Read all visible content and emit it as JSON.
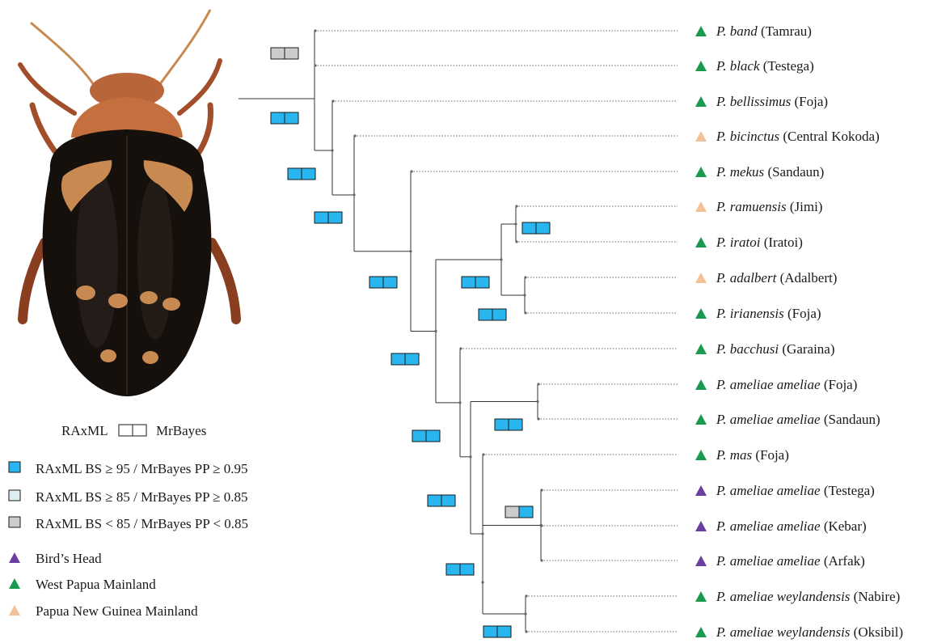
{
  "colors": {
    "high_support": "#29b6f0",
    "mid_support": "#ddeef3",
    "low_support": "#cccccc",
    "birds_head": "#6b3fa0",
    "west_papua": "#1a9a4f",
    "png": "#f2c197"
  },
  "legend": {
    "box_key_left": "RAxML",
    "box_key_right": "MrBayes",
    "support": [
      {
        "label": "RAxML BS ≥ 95 / MrBayes PP ≥ 0.95",
        "color": "high_support"
      },
      {
        "label": "RAxML BS ≥ 85 / MrBayes PP ≥ 0.85",
        "color": "mid_support"
      },
      {
        "label": "RAxML BS < 85 / MrBayes PP < 0.85",
        "color": "low_support"
      }
    ],
    "regions": [
      {
        "label": "Bird’s Head",
        "color": "birds_head"
      },
      {
        "label": "West Papua Mainland",
        "color": "west_papua"
      },
      {
        "label": "Papua New Guinea Mainland",
        "color": "png"
      }
    ]
  },
  "tips": [
    {
      "species": "P. band",
      "locality": "(Tamrau)",
      "region": "west_papua"
    },
    {
      "species": "P. black",
      "locality": "(Testega)",
      "region": "west_papua"
    },
    {
      "species": "P. bellissimus",
      "locality": "(Foja)",
      "region": "west_papua"
    },
    {
      "species": "P. bicinctus",
      "locality": "(Central Kokoda)",
      "region": "png"
    },
    {
      "species": "P. mekus",
      "locality": "(Sandaun)",
      "region": "west_papua"
    },
    {
      "species": "P. ramuensis",
      "locality": "(Jimi)",
      "region": "png"
    },
    {
      "species": "P. iratoi",
      "locality": "(Iratoi)",
      "region": "west_papua"
    },
    {
      "species": "P. adalbert",
      "locality": "(Adalbert)",
      "region": "png"
    },
    {
      "species": "P. irianensis",
      "locality": "(Foja)",
      "region": "west_papua"
    },
    {
      "species": "P. bacchusi",
      "locality": "(Garaina)",
      "region": "west_papua"
    },
    {
      "species": "P. ameliae ameliae",
      "locality": "(Foja)",
      "region": "west_papua"
    },
    {
      "species": "P. ameliae ameliae",
      "locality": "(Sandaun)",
      "region": "west_papua"
    },
    {
      "species": "P. mas",
      "locality": "(Foja)",
      "region": "west_papua"
    },
    {
      "species": "P. ameliae ameliae",
      "locality": "(Testega)",
      "region": "birds_head"
    },
    {
      "species": "P. ameliae ameliae",
      "locality": "(Kebar)",
      "region": "birds_head"
    },
    {
      "species": "P. ameliae ameliae",
      "locality": "(Arfak)",
      "region": "birds_head"
    },
    {
      "species": "P. ameliae weylandensis",
      "locality": "(Nabire)",
      "region": "west_papua"
    },
    {
      "species": "P. ameliae weylandensis",
      "locality": "(Oksibil)",
      "region": "west_papua"
    }
  ],
  "support_boxes": [
    {
      "node": "root",
      "raxml": "low_support",
      "mrbayes": "low_support"
    },
    {
      "node": "n2",
      "raxml": "high_support",
      "mrbayes": "high_support"
    },
    {
      "node": "n3",
      "raxml": "high_support",
      "mrbayes": "high_support"
    },
    {
      "node": "n4",
      "raxml": "high_support",
      "mrbayes": "high_support"
    },
    {
      "node": "n5",
      "raxml": "high_support",
      "mrbayes": "high_support"
    },
    {
      "node": "n6",
      "raxml": "high_support",
      "mrbayes": "high_support"
    },
    {
      "node": "ramu_iratoi",
      "raxml": "high_support",
      "mrbayes": "high_support"
    },
    {
      "node": "n8",
      "raxml": "high_support",
      "mrbayes": "high_support"
    },
    {
      "node": "adal_irian",
      "raxml": "high_support",
      "mrbayes": "high_support"
    },
    {
      "node": "n9",
      "raxml": "high_support",
      "mrbayes": "high_support"
    },
    {
      "node": "foja_sandaun",
      "raxml": "high_support",
      "mrbayes": "high_support"
    },
    {
      "node": "n10",
      "raxml": "high_support",
      "mrbayes": "high_support"
    },
    {
      "node": "n12",
      "raxml": "high_support",
      "mrbayes": "high_support"
    },
    {
      "node": "birds_head_clade",
      "raxml": "low_support",
      "mrbayes": "high_support"
    },
    {
      "node": "n13",
      "raxml": "high_support",
      "mrbayes": "high_support"
    },
    {
      "node": "weylandensis",
      "raxml": "high_support",
      "mrbayes": "high_support"
    }
  ],
  "photo": {
    "subject": "beetle-specimen",
    "body_color": "#16100d",
    "pronotum_color": "#c46f3e",
    "spot_color": "#c98a52",
    "leg_color": "#a34e2a"
  }
}
